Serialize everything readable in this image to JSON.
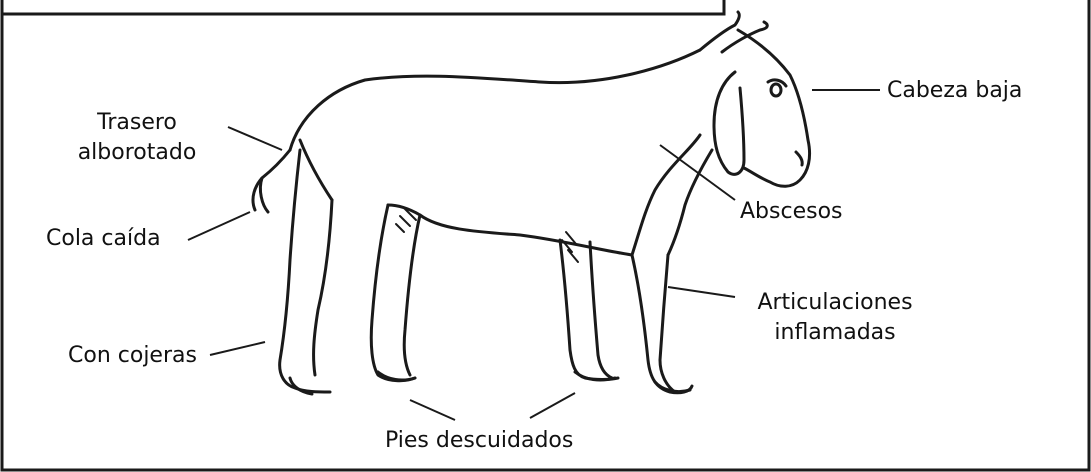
{
  "labels": {
    "cabeza_baja": "Cabeza baja",
    "trasero_line1": "Trasero",
    "trasero_line2": "alborotado",
    "cola_caida": "Cola caída",
    "abscesos": "Abscesos",
    "articulaciones_line1": "Articulaciones",
    "articulaciones_line2": "inflamadas",
    "con_cojeras": "Con cojeras",
    "pies_descuidados": "Pies descuidados"
  },
  "colors": {
    "ink": "#1a1a1a",
    "background": "#ffffff"
  }
}
